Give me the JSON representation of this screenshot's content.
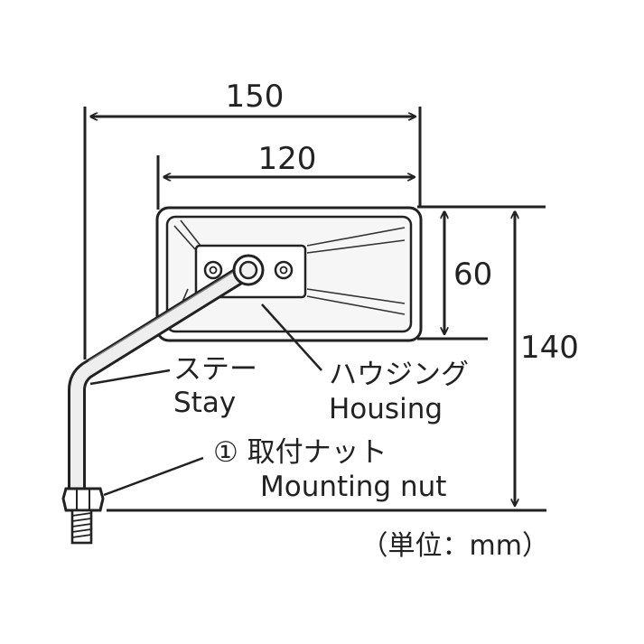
{
  "dimensions": {
    "overall_width": "150",
    "housing_width": "120",
    "housing_height": "60",
    "overall_height": "140"
  },
  "labels": {
    "stay": {
      "jp": "ステー",
      "en": "Stay"
    },
    "housing": {
      "jp": "ハウジング",
      "en": "Housing"
    },
    "nut": {
      "jp": "① 取付ナット",
      "en": "Mounting nut"
    }
  },
  "unit": "（単位：mm）"
}
